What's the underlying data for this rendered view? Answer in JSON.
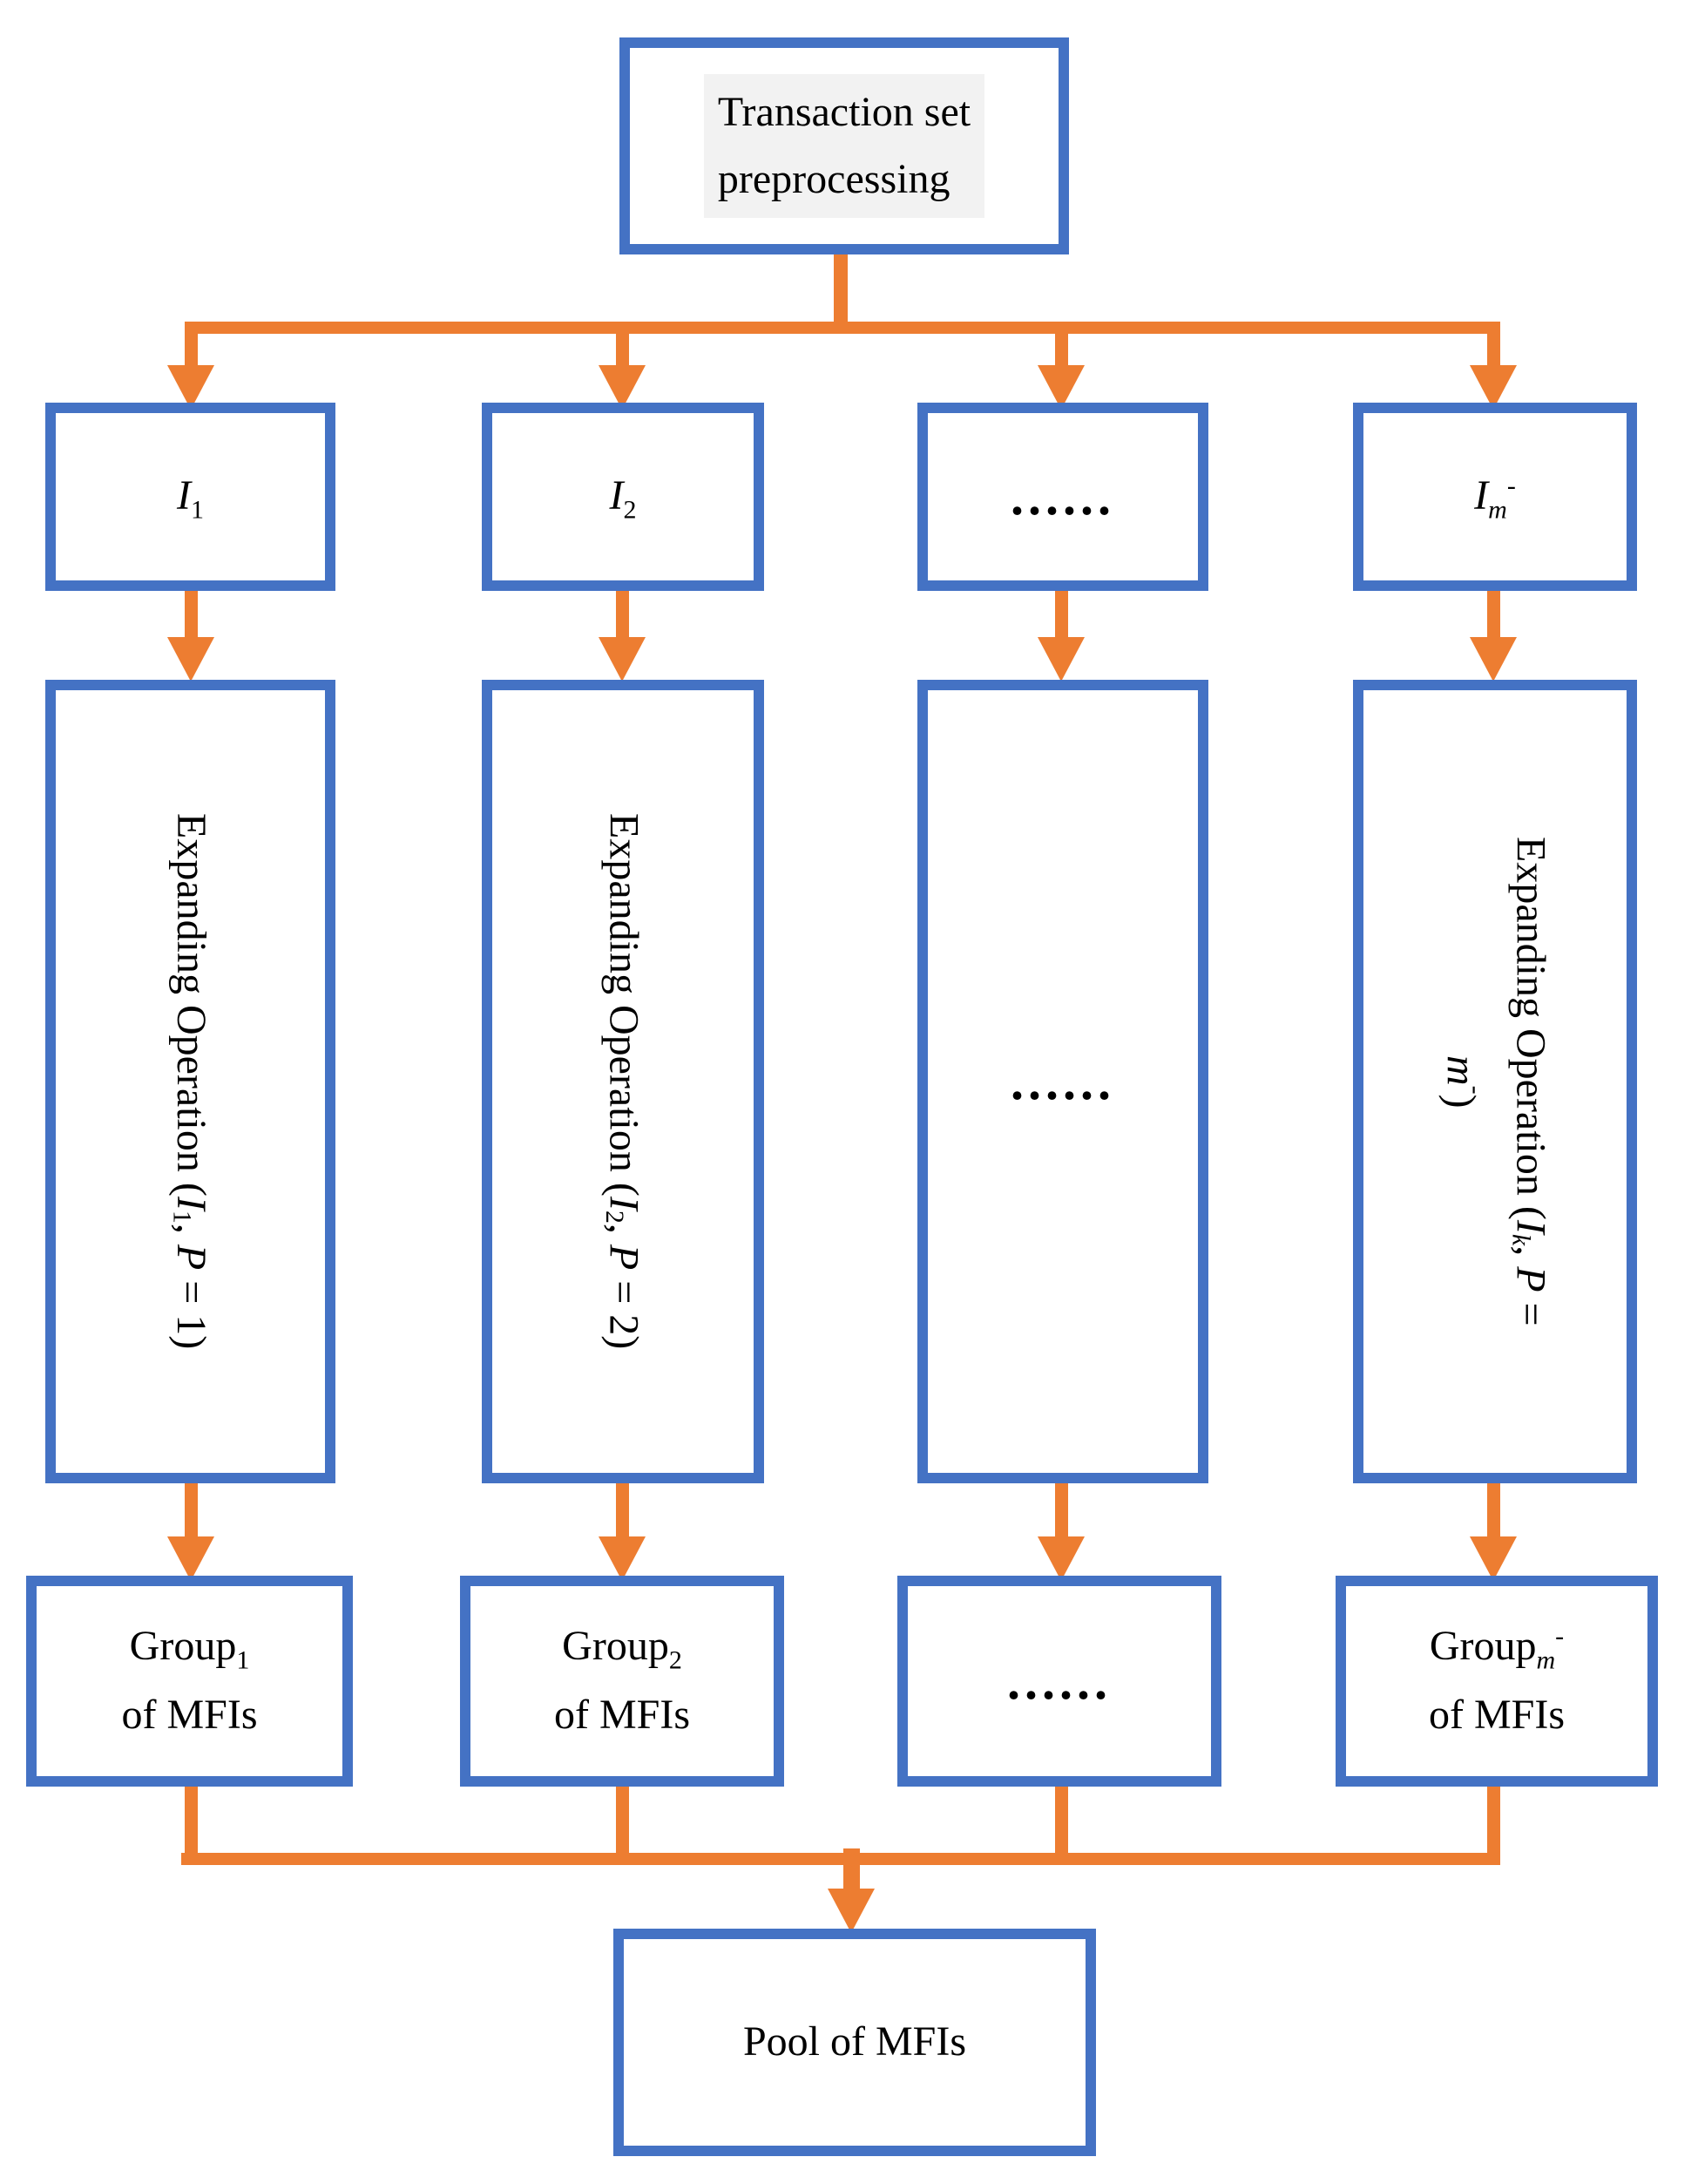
{
  "title": "MFI expanding-operation flow diagram",
  "colors": {
    "box_border_blue": "#4472C4",
    "arrow_orange": "#ED7D31",
    "text_black": "#000000",
    "text_highlight_gray": "#F2F2F2"
  },
  "top_box": {
    "tokens": [
      {
        "t": "Transaction set"
      },
      {
        "br": 1
      },
      {
        "t": "preprocessing"
      }
    ]
  },
  "input_boxes": [
    {
      "tokens": [
        {
          "t": "I",
          "i": 1
        },
        {
          "t": "1",
          "sub": 1
        }
      ]
    },
    {
      "tokens": [
        {
          "t": "I",
          "i": 1
        },
        {
          "t": "2",
          "sub": 1
        }
      ]
    },
    {
      "tokens": [
        {
          "t": "......",
          "dots": 1
        }
      ]
    },
    {
      "tokens": [
        {
          "t": "I",
          "i": 1
        },
        {
          "t": "m",
          "sub": 1,
          "i": 1
        },
        {
          "t": "-",
          "sup": 1
        }
      ]
    }
  ],
  "operation_boxes": [
    {
      "tokens": [
        {
          "t": "Expanding Operation ("
        },
        {
          "t": "I",
          "i": 1
        },
        {
          "t": "1",
          "sub": 1
        },
        {
          "t": ", "
        },
        {
          "t": "P",
          "i": 1
        },
        {
          "t": " = 1)"
        }
      ]
    },
    {
      "tokens": [
        {
          "t": "Expanding Operation ("
        },
        {
          "t": "I",
          "i": 1
        },
        {
          "t": "2",
          "sub": 1
        },
        {
          "t": ", "
        },
        {
          "t": "P",
          "i": 1
        },
        {
          "t": " = 2)"
        }
      ]
    },
    {
      "tokens": [
        {
          "t": "......",
          "dots": 1
        }
      ]
    },
    {
      "tokens": [
        {
          "t": "Expanding Operation ("
        },
        {
          "t": "I",
          "i": 1
        },
        {
          "t": "k",
          "sub": 1,
          "i": 1
        },
        {
          "t": ", "
        },
        {
          "t": "P",
          "i": 1
        },
        {
          "t": " ="
        },
        {
          "br": 1
        },
        {
          "t": "m",
          "i": 1
        },
        {
          "t": "-",
          "sup": 1
        },
        {
          "t": ")"
        }
      ]
    }
  ],
  "group_boxes": [
    {
      "tokens": [
        {
          "t": "Group"
        },
        {
          "t": "1",
          "sub": 1
        },
        {
          "br": 1
        },
        {
          "t": "of MFIs"
        }
      ]
    },
    {
      "tokens": [
        {
          "t": "Group"
        },
        {
          "t": "2",
          "sub": 1
        },
        {
          "br": 1
        },
        {
          "t": "of MFIs"
        }
      ]
    },
    {
      "tokens": [
        {
          "t": "......",
          "dots": 1
        }
      ]
    },
    {
      "tokens": [
        {
          "t": "Group"
        },
        {
          "t": "m",
          "sub": 1,
          "i": 1
        },
        {
          "t": "-",
          "sup": 1
        },
        {
          "br": 1
        },
        {
          "t": "of MFIs"
        }
      ]
    }
  ],
  "pool_box": {
    "tokens": [
      {
        "t": "Pool of MFIs"
      }
    ]
  }
}
